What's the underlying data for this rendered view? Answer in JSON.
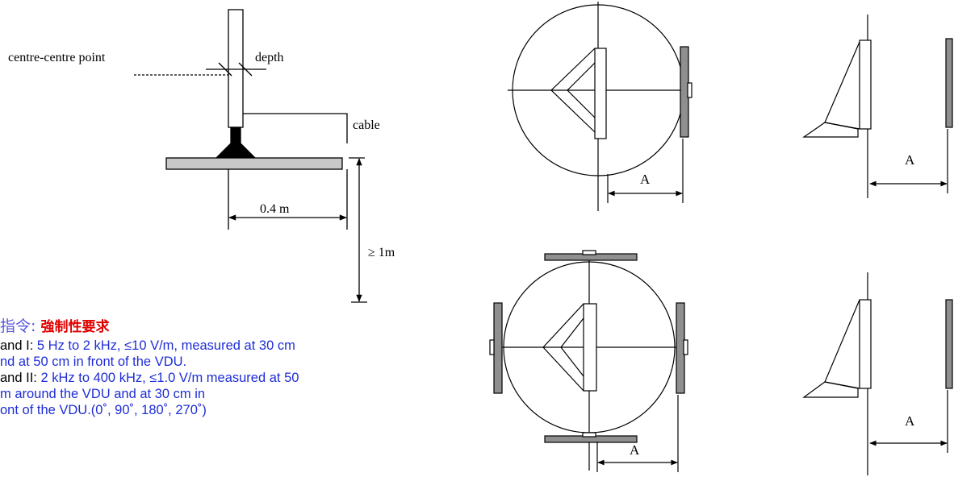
{
  "left_diagram": {
    "label_centre_point": "centre-centre point",
    "label_depth": "depth",
    "label_cable": "cable",
    "label_distance": "0.4 m",
    "label_height": "≥ 1m"
  },
  "right_diagrams": {
    "distance_label": "A"
  },
  "requirements": {
    "heading": "指令:",
    "heading_tag": "強制性要求",
    "line1_prefix": "and I:",
    "line1_text": "5 Hz to 2 kHz, ≤10 V/m, measured at 30 cm",
    "line2_text": "nd at 50 cm in front of the VDU.",
    "line3_prefix": "and II:",
    "line3_text": "2 kHz to 400 kHz, ≤1.0 V/m measured at 50",
    "line4_text": "m around the VDU and at 30 cm in",
    "line5_text": "ont of the VDU.(0˚, 90˚, 180˚, 270˚)"
  }
}
